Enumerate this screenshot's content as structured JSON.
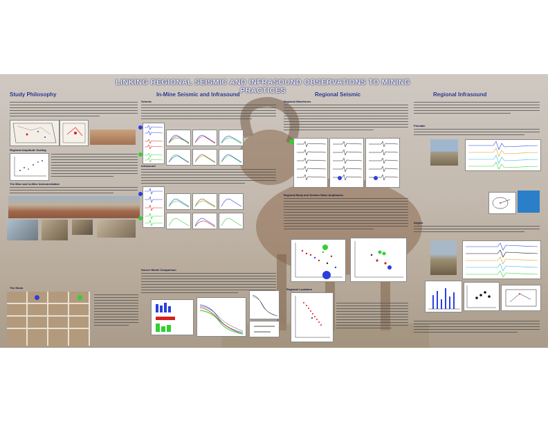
{
  "header": {
    "title": "LINKING REGIONAL SEISMIC AND INFRASOUND OBSERVATIONS TO MINING PRACTICES",
    "authors": "",
    "agency": [
      "",
      ""
    ]
  },
  "sections": {
    "study_philosophy": "Study Philosophy",
    "in_mine": "In-Mine Seismic and Infrasound",
    "regional_seismic": "Regional Seismic",
    "regional_infrasound": "Regional Infrasound"
  },
  "subheads": {
    "regional_amplitude": "Regional Amplitude Scaling",
    "mine_instrumentation": "The Mine and In-Mine Instrumentation",
    "the_shots": "The Shots",
    "seismic": "Seismic",
    "infrasound": "Infrasound",
    "source_model": "Source Model Comparison",
    "regional_waveforms": "Regional Waveforms",
    "body_surface": "Regional Body and Surface Wave Amplitudes",
    "regional_locations": "Regional Locations",
    "pinedale": "Pinedale",
    "angels": "Angels"
  },
  "colors": {
    "title_text": "#e8e8f4",
    "section_title": "#1c2b7a",
    "marker_blue": "#2a3fe0",
    "marker_green": "#2fd12f",
    "trace_red": "#d42020"
  }
}
